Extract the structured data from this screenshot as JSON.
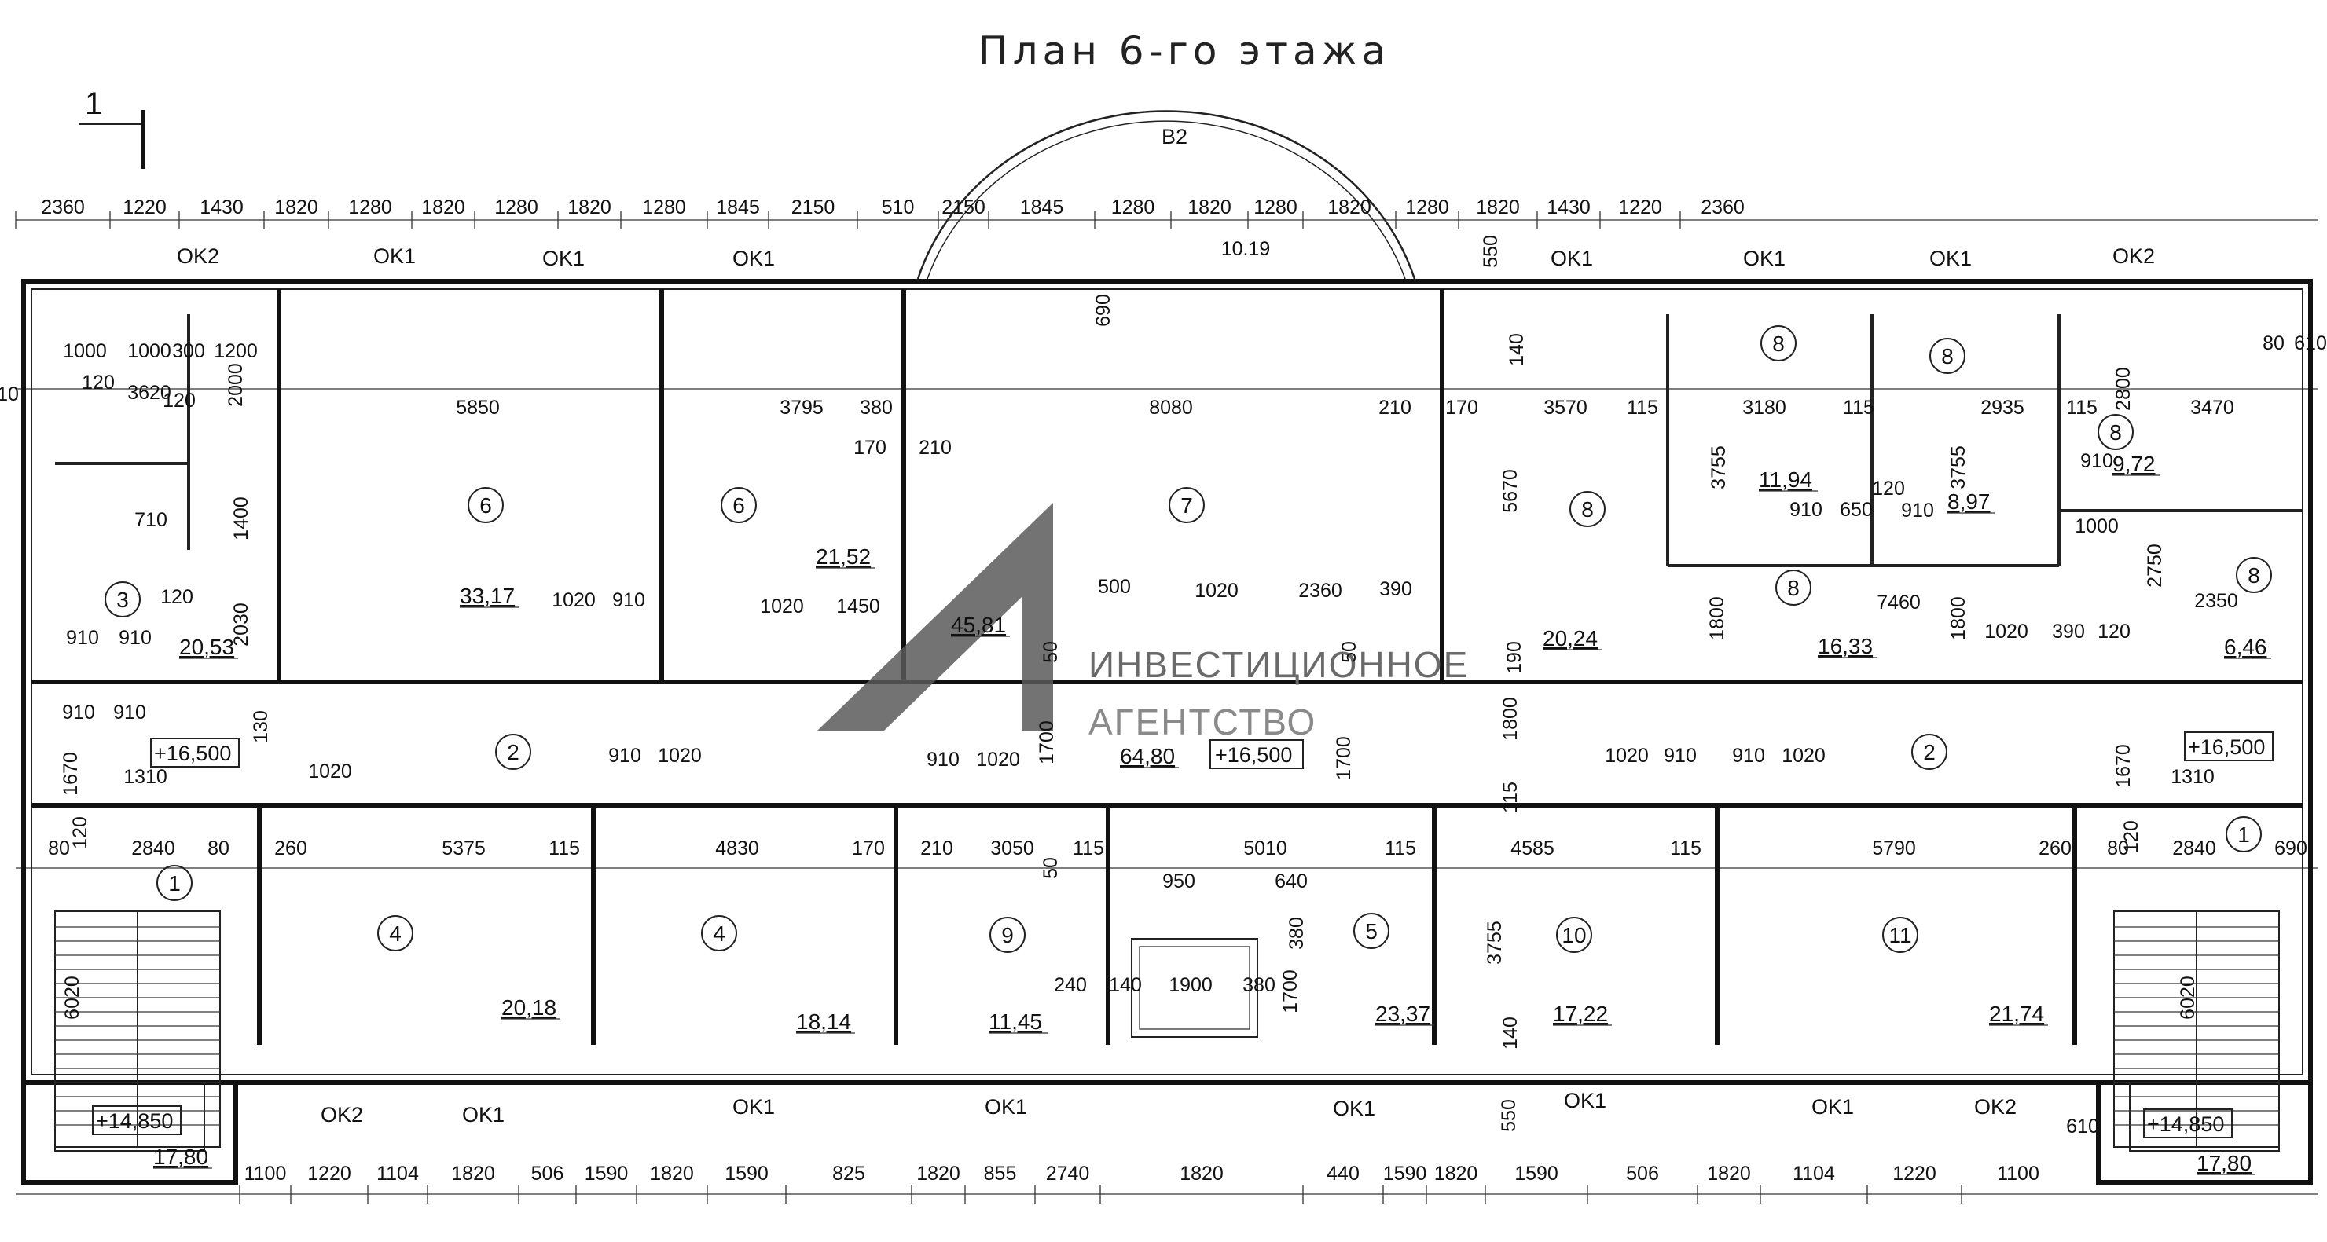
{
  "title": "План 6-го этажа",
  "section_mark": "1",
  "arc_label": "B2",
  "watermark": {
    "line1": "ИНВЕСТИЦИОННОЕ",
    "line2": "АГЕНТСТВО"
  },
  "top_dims": [
    "2360",
    "1220",
    "1430",
    "1820",
    "1280",
    "1820",
    "1280",
    "1820",
    "1280",
    "1845",
    "2150",
    "510",
    "2150",
    "1845",
    "1280",
    "1820",
    "1280",
    "1820",
    "1280",
    "1820",
    "1430",
    "1220",
    "2360"
  ],
  "bottom_dims": [
    "1100",
    "1220",
    "1104",
    "1820",
    "506",
    "1590",
    "1820",
    "1590",
    "825",
    "1820",
    "855",
    "2740",
    "1820",
    "440",
    "1590",
    "1820",
    "1590",
    "506",
    "1820",
    "1104",
    "1220",
    "1100"
  ],
  "windows_top": [
    "OK2",
    "OK1",
    "OK1",
    "OK1",
    "OK1",
    "OK1",
    "OK1",
    "OK2"
  ],
  "windows_bottom": [
    "OK2",
    "OK1",
    "OK1",
    "OK1",
    "OK1",
    "OK1",
    "OK1",
    "OK2"
  ],
  "rooms": [
    {
      "num": "6",
      "area": "33,17"
    },
    {
      "num": "6",
      "area": "21,52"
    },
    {
      "num": "7",
      "area": "45,81"
    },
    {
      "num": "8",
      "area": "20,24"
    },
    {
      "num": "8",
      "area": "11,94"
    },
    {
      "num": "8",
      "area": "8,97"
    },
    {
      "num": "8",
      "area": "9,72"
    },
    {
      "num": "8",
      "area": "16,33"
    },
    {
      "num": "8",
      "area": "6,46"
    },
    {
      "num": "3",
      "area": "20,53"
    },
    {
      "num": "2",
      "area": ""
    },
    {
      "num": "2",
      "area": ""
    },
    {
      "num": "",
      "area": "64,80"
    },
    {
      "num": "1",
      "area": "17,80"
    },
    {
      "num": "1",
      "area": "17,80"
    },
    {
      "num": "4",
      "area": "20,18"
    },
    {
      "num": "4",
      "area": "18,14"
    },
    {
      "num": "9",
      "area": "11,45"
    },
    {
      "num": "5",
      "area": "23,37"
    },
    {
      "num": "10",
      "area": "17,22"
    },
    {
      "num": "11",
      "area": "21,74"
    }
  ],
  "elevations": {
    "floor_left": "+16,500",
    "floor_center": "+16,500",
    "floor_right": "+16,500",
    "landing_left": "+14,850",
    "landing_right": "+14,850"
  },
  "inner_dims": {
    "d5850": "5850",
    "d3795": "3795",
    "d380": "380",
    "d8080": "8080",
    "d210a": "210",
    "d170a": "170",
    "d3570": "3570",
    "d115a": "115",
    "d3180": "3180",
    "d115b": "115",
    "d2935": "2935",
    "d115c": "115",
    "d2800": "2800",
    "d3470": "3470",
    "d120a": "120",
    "d1000a": "1000",
    "d1000b": "1000",
    "d300": "300",
    "d1200": "1200",
    "d3620": "3620",
    "d2000": "2000",
    "d120b": "120",
    "d1400": "1400",
    "d710": "710",
    "d2030": "2030",
    "d120c": "120",
    "d910a": "910",
    "d910b": "910",
    "d1020a": "1020",
    "d910c": "910",
    "d1020b": "1020",
    "d1450": "1450",
    "d500": "500",
    "d1020c": "1020",
    "d2360": "2360",
    "d390a": "390",
    "d170b": "170",
    "d210b": "210",
    "d690": "690",
    "d1019": "10.19",
    "d5670": "5670",
    "d140a": "140",
    "d3755a": "3755",
    "d3755b": "3755",
    "d910d": "910",
    "d650": "650",
    "d120d": "120",
    "d910e": "910",
    "d1800a": "1800",
    "d1800b": "1800",
    "d7460": "7460",
    "d1020d": "1020",
    "d390b": "390",
    "d2750": "2750",
    "d2350": "2350",
    "d1000c": "1000",
    "d120e": "120",
    "d910f": "910",
    "d910g": "910",
    "d910h": "910",
    "d1670a": "1670",
    "d1310a": "1310",
    "d130a": "130",
    "d1020e": "1020",
    "d910i": "910",
    "d1020f": "1020",
    "d910j": "910",
    "d1020g": "1020",
    "d1700a": "1700",
    "d1700b": "1700",
    "d1020h": "1020",
    "d910k": "910",
    "d910l": "910",
    "d1020i": "1020",
    "d1670b": "1670",
    "d1310b": "1310",
    "d1800c": "1800",
    "d190": "190",
    "d115d": "115",
    "d80a": "80",
    "d2840a": "2840",
    "d80b": "80",
    "d260a": "260",
    "d5375": "5375",
    "d115e": "115",
    "d4830": "4830",
    "d170c": "170",
    "d210c": "210",
    "d3050": "3050",
    "d115f": "115",
    "d5010": "5010",
    "d115g": "115",
    "d4585": "4585",
    "d115h": "115",
    "d5790": "5790",
    "d260b": "260",
    "d80c": "80",
    "d2840b": "2840",
    "d690b": "690",
    "d950": "950",
    "d640": "640",
    "d380b": "380",
    "d1700c": "1700",
    "d240": "240",
    "d140b": "140",
    "d1900": "1900",
    "d380c": "380",
    "d3755c": "3755",
    "d140c": "140",
    "d6020a": "6020",
    "d6020b": "6020",
    "d550a": "550",
    "d550b": "550",
    "d610a": "610",
    "d610b": "610",
    "d80d": "80",
    "d10": "10",
    "d120f": "120",
    "d120g": "120",
    "d50a": "50",
    "d50b": "50",
    "d50c": "50"
  }
}
